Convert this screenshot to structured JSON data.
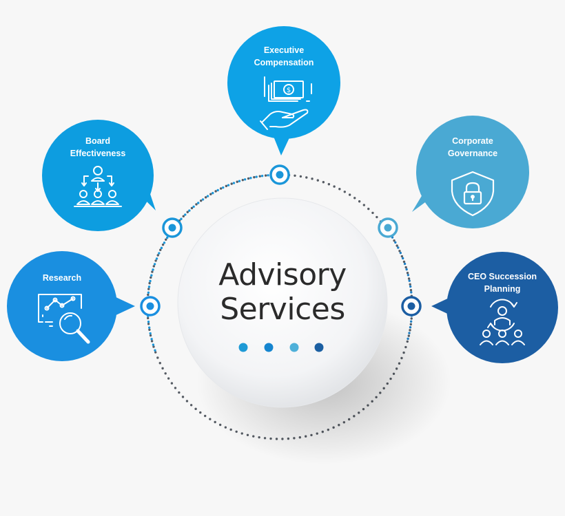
{
  "center": {
    "title_line1": "Advisory",
    "title_line2": "Services",
    "dot_colors": [
      "#1e9ad6",
      "#1585cf",
      "#4eb0d9",
      "#1b5fa2"
    ]
  },
  "services": [
    {
      "id": "executive-compensation",
      "line1": "Executive",
      "line2": "Compensation",
      "icon": "money-in-hand-icon",
      "color": "#0ea2e6"
    },
    {
      "id": "board-effectiveness",
      "line1": "Board",
      "line2": "Effectiveness",
      "icon": "org-hierarchy-icon",
      "color": "#0d9de0"
    },
    {
      "id": "corporate-governance",
      "line1": "Corporate",
      "line2": "Governance",
      "icon": "shield-lock-icon",
      "color": "#4aa9d3"
    },
    {
      "id": "research",
      "line1": "Research",
      "line2": "",
      "icon": "analytics-magnifier-icon",
      "color": "#1a8fe0"
    },
    {
      "id": "ceo-succession-planning",
      "line1": "CEO Succession",
      "line2": "Planning",
      "icon": "succession-people-icon",
      "color": "#1c5ea3"
    }
  ]
}
